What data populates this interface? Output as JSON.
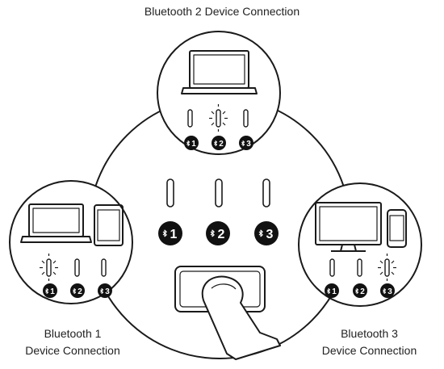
{
  "captions": {
    "top": "Bluetooth 2 Device Connection",
    "left_line1": "Bluetooth 1",
    "left_line2": "Device Connection",
    "right_line1": "Bluetooth 3",
    "right_line2": "Device Connection"
  },
  "buttons": {
    "main": [
      "1",
      "2",
      "3"
    ],
    "small": [
      "1",
      "2",
      "3"
    ]
  },
  "icons": {
    "bluetooth": "bluetooth-icon",
    "laptop": "laptop-icon",
    "tablet": "tablet-icon",
    "monitor": "monitor-icon",
    "phone": "phone-icon",
    "touchpad": "touchpad-icon",
    "finger": "finger-icon"
  },
  "colors": {
    "line": "#1a1a1a",
    "background": "#ffffff",
    "button_fill": "#111111",
    "button_text": "#ffffff"
  }
}
